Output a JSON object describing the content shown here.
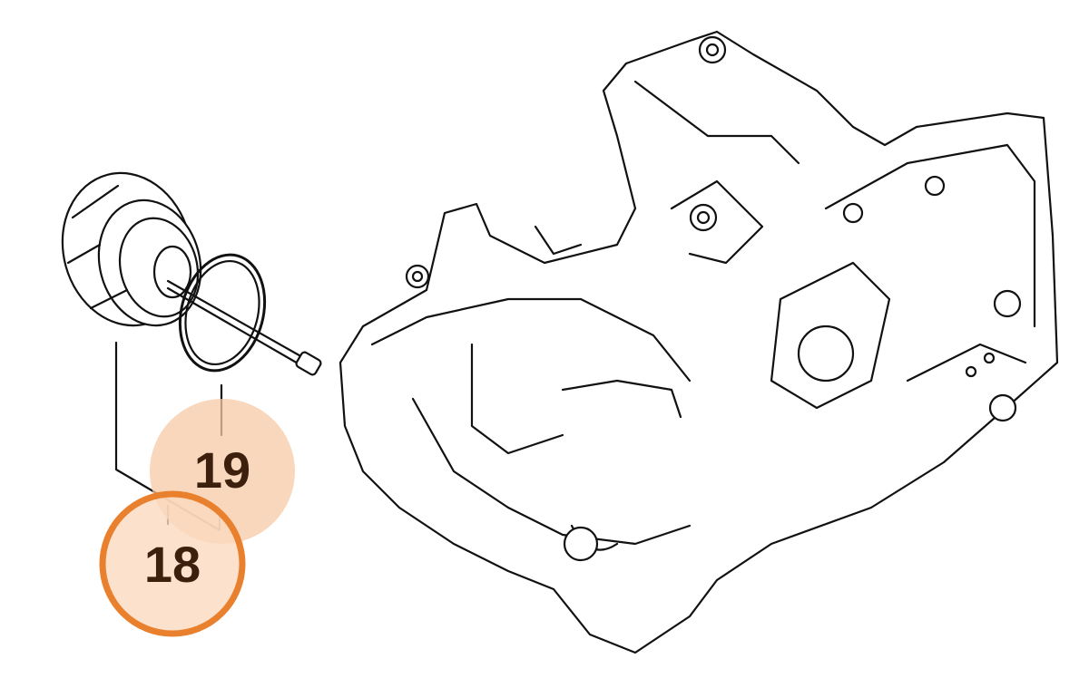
{
  "diagram": {
    "callouts": [
      {
        "number": "19",
        "part": "o-ring",
        "style": "filled",
        "fill_color": "#f7c9a6"
      },
      {
        "number": "18",
        "part": "oil-tank-cap",
        "style": "outlined",
        "fill_color": "#fbd9bf",
        "stroke_color": "#e9802e"
      }
    ],
    "label_color": "#3d1f0e"
  }
}
